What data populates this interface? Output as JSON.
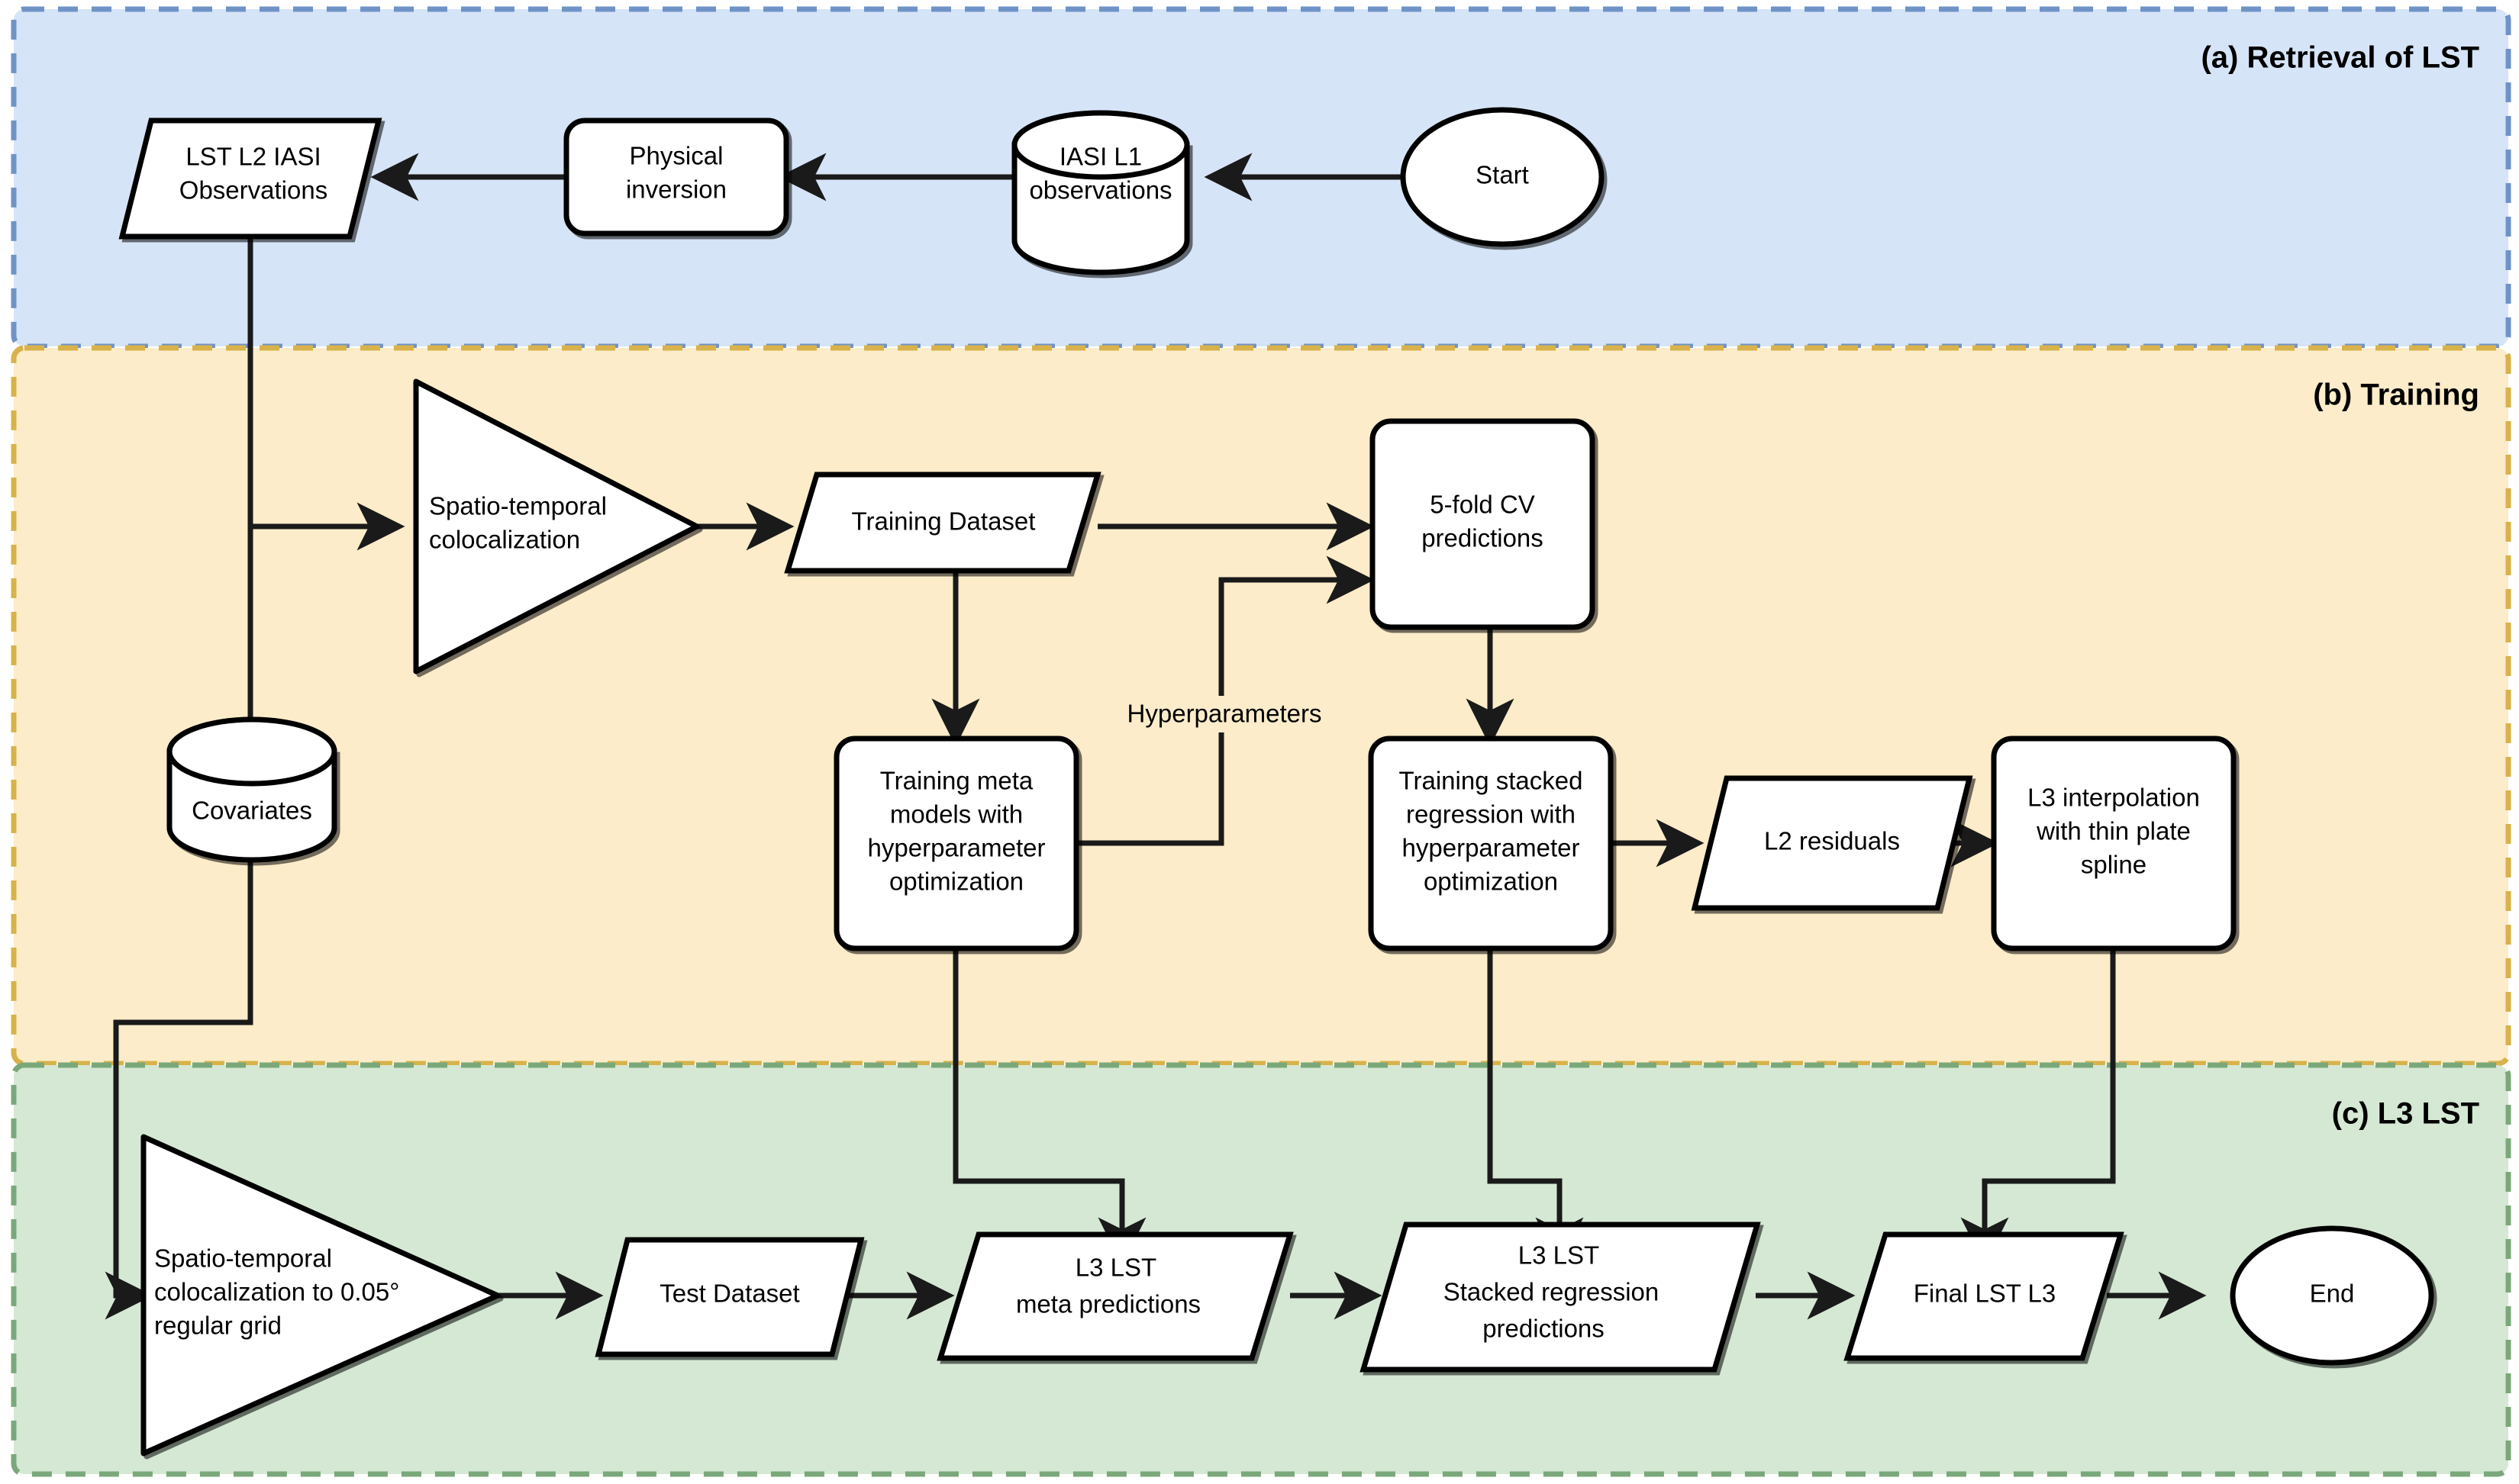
{
  "diagram": {
    "title_note": "LST retrieval, training and L3 production flowchart",
    "panels": [
      {
        "id": "a",
        "label": "(a) Retrieval of LST",
        "fill": "#d6e4f7",
        "stroke": "#6f93c7"
      },
      {
        "id": "b",
        "label": "(b) Training",
        "fill": "#fcecc9",
        "stroke": "#d8b24a"
      },
      {
        "id": "c",
        "label": "(c) L3 LST",
        "fill": "#d5e8d4",
        "stroke": "#7aa87a"
      }
    ],
    "nodes": {
      "start": {
        "label": "Start",
        "shape": "ellipse"
      },
      "iasi_l1": {
        "label": "IASI L1\nobservations",
        "shape": "cylinder"
      },
      "physical_inversion": {
        "label": "Physical\ninversion",
        "shape": "rounded-rect"
      },
      "lst_l2_obs": {
        "label": "LST L2 IASI\nObservations",
        "shape": "parallelogram"
      },
      "colocalization_train": {
        "label": "Spatio-temporal\ncolocalization",
        "shape": "triangle"
      },
      "training_dataset": {
        "label": "Training Dataset",
        "shape": "parallelogram"
      },
      "cv_predictions": {
        "label": "5-fold CV\npredictions",
        "shape": "rounded-rect"
      },
      "covariates": {
        "label": "Covariates",
        "shape": "cylinder"
      },
      "training_meta": {
        "label": "Training meta\nmodels with\nhyperparameter\noptimization",
        "shape": "rounded-rect"
      },
      "training_stacked": {
        "label": "Training stacked\nregression with\nhyperparameter\noptimization",
        "shape": "rounded-rect"
      },
      "l2_residuals": {
        "label": "L2 residuals",
        "shape": "parallelogram"
      },
      "l3_interpolation": {
        "label": "L3 interpolation\nwith thin plate\nspline",
        "shape": "rounded-rect"
      },
      "colocalization_grid": {
        "label": "Spatio-temporal\ncolocalization to 0.05°\nregular grid",
        "shape": "triangle"
      },
      "test_dataset": {
        "label": "Test Dataset",
        "shape": "parallelogram"
      },
      "l3_meta_predictions": {
        "label": "L3 LST\nmeta predictions",
        "shape": "parallelogram"
      },
      "l3_stacked_predictions": {
        "label": "L3 LST\nStacked regression\npredictions",
        "shape": "parallelogram"
      },
      "final_lst_l3": {
        "label": "Final LST L3",
        "shape": "parallelogram"
      },
      "end": {
        "label": "End",
        "shape": "ellipse"
      }
    },
    "edge_labels": {
      "hyperparameters": "Hyperparameters"
    },
    "colors": {
      "node_fill": "#ffffff",
      "node_stroke": "#000000",
      "edge": "#1a1a1a",
      "panel_a_fill": "#d6e4f7",
      "panel_b_fill": "#fcecc9",
      "panel_c_fill": "#d5e8d4"
    }
  }
}
